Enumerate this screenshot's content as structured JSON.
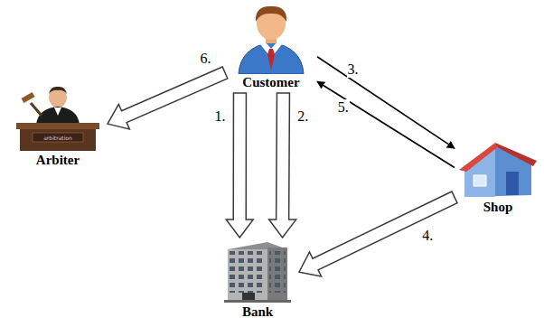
{
  "diagram": {
    "nodes": [
      {
        "text": [
          "Customer"
        ]
      },
      {
        "text": [
          "Arbiter"
        ]
      },
      {
        "text": [
          "Shop"
        ]
      },
      {
        "text": [
          "Bank"
        ]
      }
    ],
    "edges": [
      {
        "from": 0,
        "to": 3,
        "label": "1.",
        "arrow": "to"
      },
      {
        "from": 0,
        "to": 3,
        "label": "2.",
        "arrow": "to"
      },
      {
        "from": 0,
        "to": 2,
        "label": "3.",
        "arrow": "to"
      },
      {
        "from": 2,
        "to": 3,
        "label": "4.",
        "arrow": "to"
      },
      {
        "from": 2,
        "to": 0,
        "label": "5.",
        "arrow": "to"
      },
      {
        "from": 0,
        "to": 1,
        "label": "6.",
        "arrow": "to"
      }
    ],
    "labels": [
      "arbitration"
    ]
  }
}
